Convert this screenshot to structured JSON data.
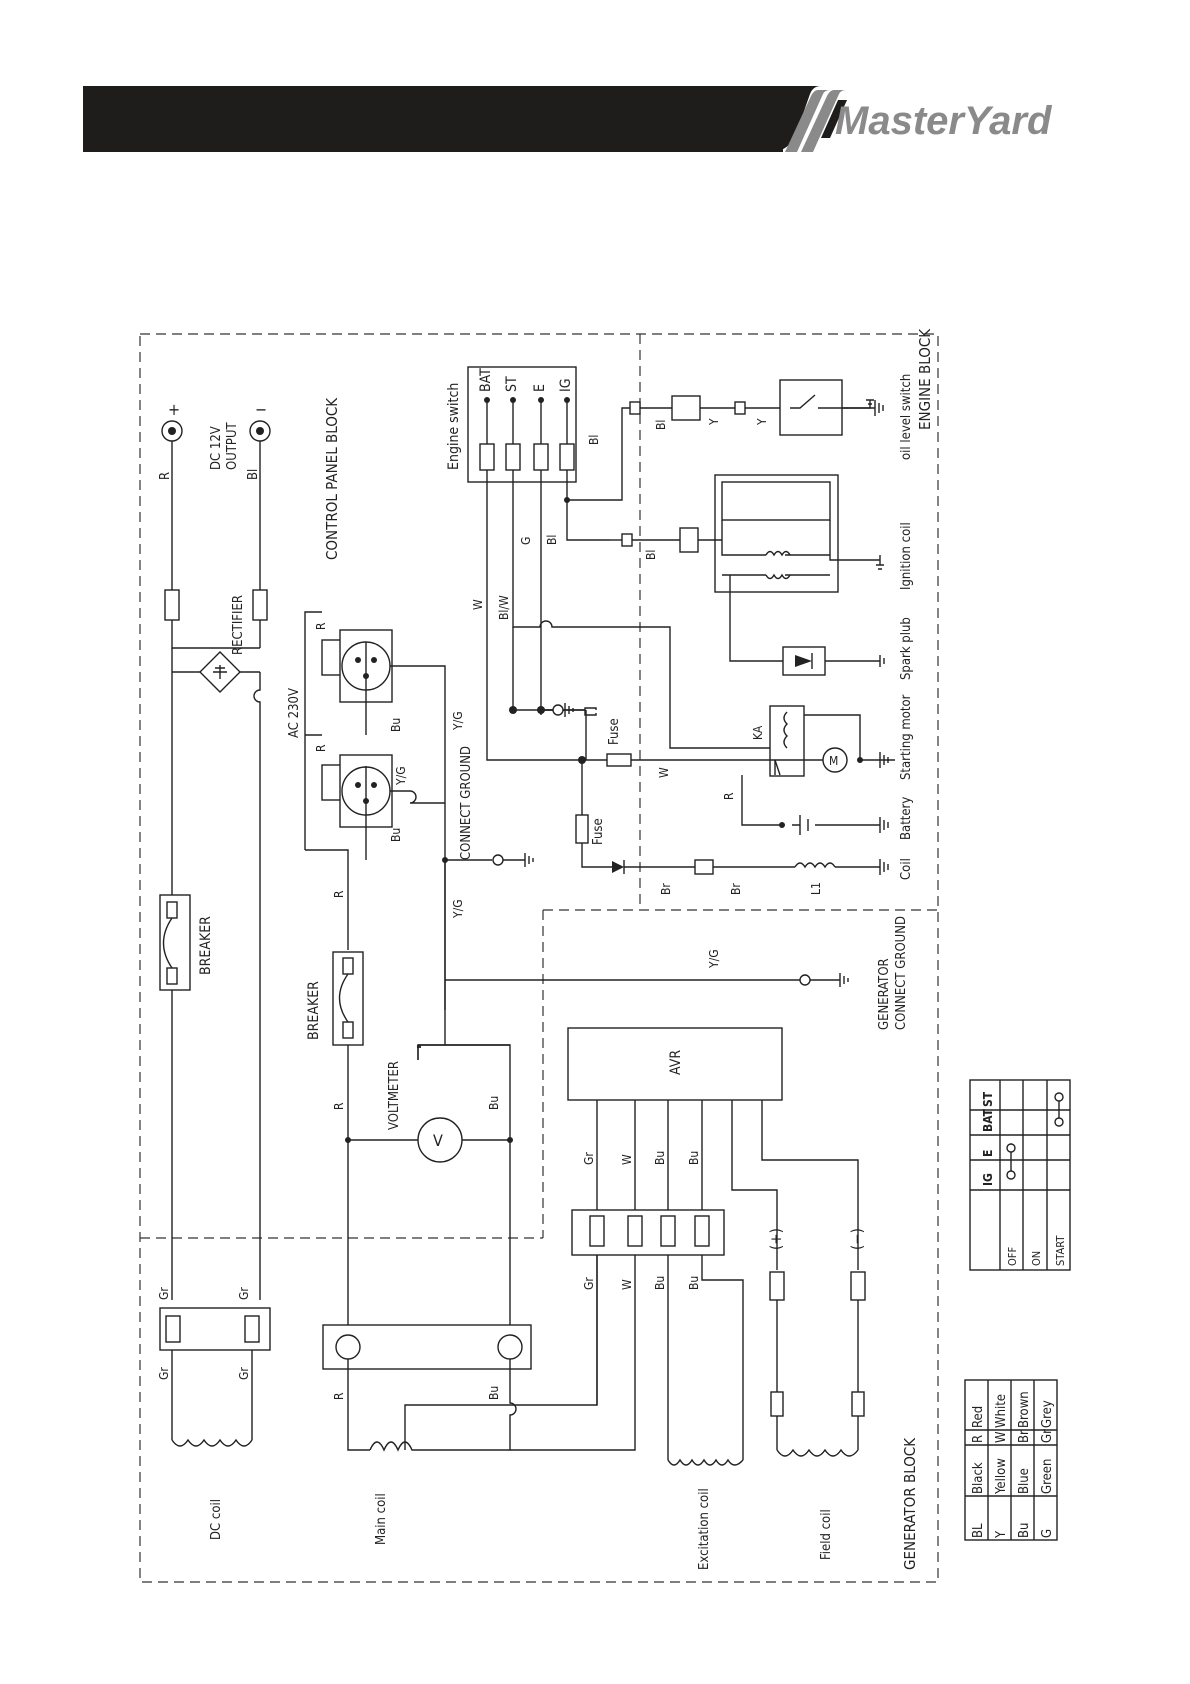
{
  "brand": {
    "name": "MasterYard"
  },
  "blocks": {
    "control_panel": "CONTROL PANEL BLOCK",
    "engine": "ENGINE BLOCK",
    "generator": "GENERATOR BLOCK"
  },
  "labels": {
    "dc_output": [
      "DC 12V",
      "OUTPUT"
    ],
    "plus": "+",
    "minus": "−",
    "rectifier": "RECTIFIER",
    "breaker": "BREAKER",
    "ac230": "AC 230V",
    "connect_ground": "CONNECT GROUND",
    "generator_ground": [
      "GENERATOR",
      "CONNECT GROUND"
    ],
    "voltmeter": "VOLTMETER",
    "avr": "AVR",
    "engine_switch": "Engine switch",
    "fuse": "Fuse",
    "ka": "KA",
    "l1": "L1",
    "field_plus": "(+)",
    "field_minus": "(−)",
    "v_symbol": "V",
    "m_symbol": "M"
  },
  "switch_terminals": [
    "BAT",
    "ST",
    "E",
    "IG"
  ],
  "engine_components": [
    "oil level switch",
    "Ignition coil",
    "Spark plub",
    "Starting motor",
    "Battery",
    "Coil"
  ],
  "generator_coils": [
    "DC coil",
    "Main coil",
    "Excitation coil",
    "Field coil"
  ],
  "wire_codes": {
    "R": "R",
    "Bl": "Bl",
    "W": "W",
    "G": "G",
    "Bl_W": "Bl/W",
    "Y": "Y",
    "Y_G": "Y/G",
    "Bu": "Bu",
    "Br": "Br",
    "Gr": "Gr"
  },
  "color_legend": [
    [
      "BL",
      "Black",
      "R",
      "Red"
    ],
    [
      "Y",
      "Yellow",
      "W",
      "White"
    ],
    [
      "Bu",
      "Blue",
      "Br",
      "Brown"
    ],
    [
      "G",
      "Green",
      "Gr",
      "Grey"
    ]
  ],
  "switch_table": {
    "columns": [
      "IG",
      "E",
      "BAT",
      "ST"
    ],
    "rows": [
      "OFF",
      "ON",
      "START"
    ]
  }
}
